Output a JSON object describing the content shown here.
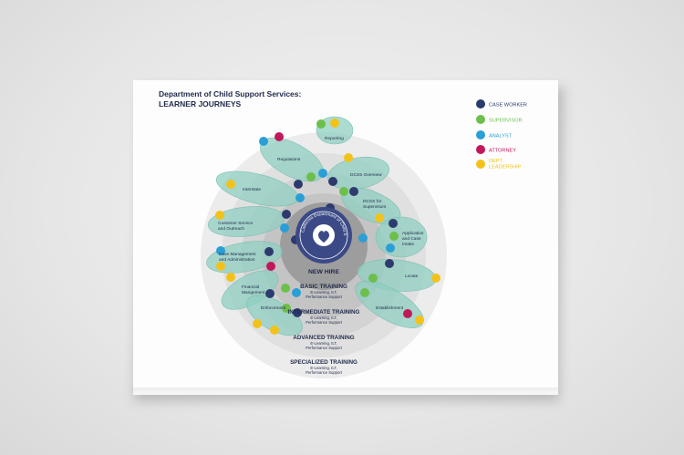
{
  "header": {
    "title_line1": "Department of Child Support Services:",
    "title_line2": "LEARNER JOURNEYS"
  },
  "legend": [
    {
      "label": "CASE WORKER",
      "color": "#2e3a6e"
    },
    {
      "label": "SUPERVISOR",
      "color": "#6dbf4b"
    },
    {
      "label": "ANALYST",
      "color": "#2a9fd6"
    },
    {
      "label": "ATTORNEY",
      "color": "#c2185b"
    },
    {
      "label": "DEPT.",
      "label2": "LEADERSHIP",
      "color": "#f2c21a"
    }
  ],
  "center": {
    "seal_text": "California Department of Child Support Services",
    "new_hire": "NEW HIRE"
  },
  "rings": [
    {
      "title": "BASIC TRAINING",
      "sub1": "E-Learning, ILT,",
      "sub2": "Performance Support"
    },
    {
      "title": "INTERMEDIATE TRAINING",
      "sub1": "E-Learning, ILT,",
      "sub2": "Performance Support"
    },
    {
      "title": "ADVANCED TRAINING",
      "sub1": "E-Learning, ILT,",
      "sub2": "Performance Support"
    },
    {
      "title": "SPECIALIZED TRAINING",
      "sub1": "E-Learning, ILT,",
      "sub2": "Performance Support"
    }
  ],
  "journeys": {
    "reporting": "Reporting",
    "regulations": "Regulations",
    "dcss_overview": "DCSS Overview",
    "interstate": "Interstate",
    "dcss_for": "DCSS for",
    "supervisors": "Supervisors",
    "customer_service": "Customer Service",
    "and_outreach": "and Outreach",
    "application": "Application",
    "and_case": "and Case",
    "intake": "Intake",
    "case_management": "Case Management",
    "and_administration": "and Administration",
    "locate": "Locate",
    "financial": "Financial",
    "mangement": "Mangement",
    "enforcement": "Enforcement",
    "establishment": "Establishment"
  }
}
